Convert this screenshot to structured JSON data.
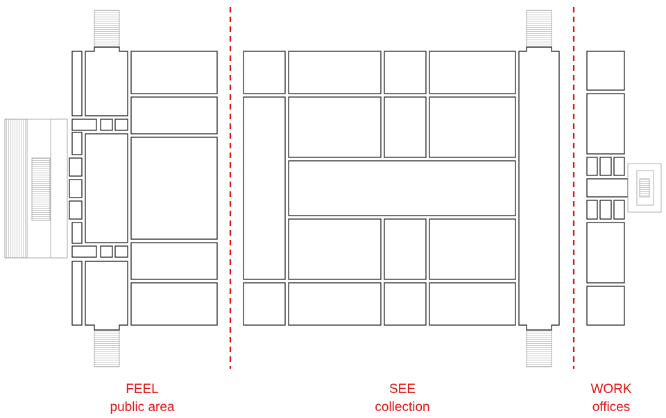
{
  "colors": {
    "accent": "#e3110f",
    "wall": "#111111",
    "stair": "#9a9a9a",
    "background": "#ffffff"
  },
  "zones": [
    {
      "id": "feel",
      "title": "FEEL",
      "subtitle": "public area"
    },
    {
      "id": "see",
      "title": "SEE",
      "subtitle": "collection"
    },
    {
      "id": "work",
      "title": "WORK",
      "subtitle": "offices"
    }
  ]
}
